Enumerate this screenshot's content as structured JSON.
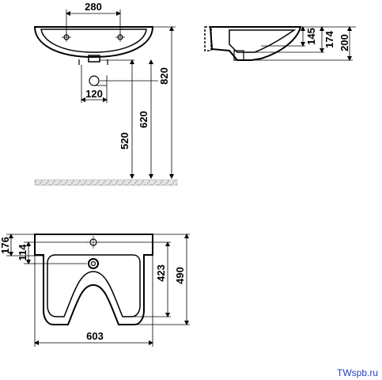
{
  "dimensions": {
    "top_width": "280",
    "drain_offset": "120",
    "height_520": "520",
    "height_620": "620",
    "height_820": "820",
    "side_145": "145",
    "side_174": "174",
    "side_200": "200",
    "front_176": "176",
    "front_114": "114",
    "front_423": "423",
    "front_490": "490",
    "front_width": "603"
  },
  "watermark": "TWspb.ru",
  "colors": {
    "lines": "#000000",
    "watermark": "#1f3fbf",
    "floor": "#cfcfcf"
  }
}
